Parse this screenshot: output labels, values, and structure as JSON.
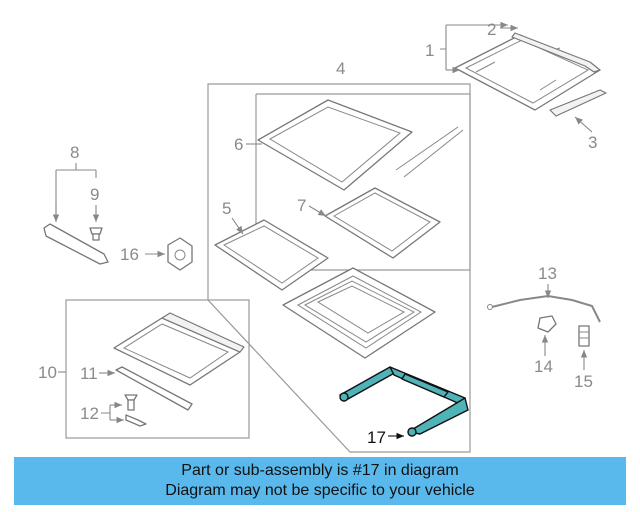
{
  "callouts": {
    "c1": "1",
    "c2": "2",
    "c3": "3",
    "c4": "4",
    "c5": "5",
    "c6": "6",
    "c7": "7",
    "c8": "8",
    "c9": "9",
    "c10": "10",
    "c11": "11",
    "c12": "12",
    "c13": "13",
    "c14": "14",
    "c15": "15",
    "c16": "16",
    "c17": "17"
  },
  "highlighted_part": "17",
  "colors": {
    "highlight": "#4fb3b8",
    "banner": "#5ab9ec",
    "callout": "#8a8a8a"
  },
  "banner": {
    "line1": "Part or sub-assembly is #17 in diagram",
    "line2": "Diagram may not be specific to your vehicle"
  }
}
